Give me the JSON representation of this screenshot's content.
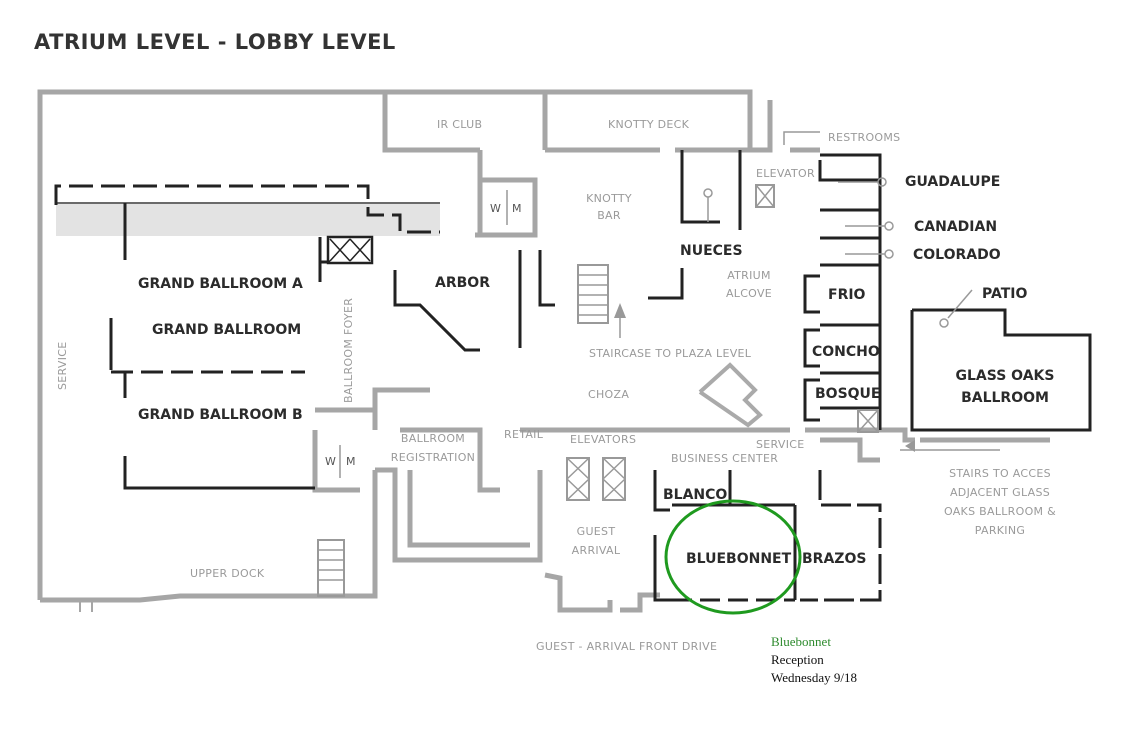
{
  "title": "ATRIUM LEVEL - LOBBY LEVEL",
  "rooms": {
    "grand_ballroom_a": "GRAND BALLROOM A",
    "grand_ballroom": "GRAND BALLROOM",
    "grand_ballroom_b": "GRAND BALLROOM B",
    "arbor": "ARBOR",
    "nueces": "NUECES",
    "guadalupe": "GUADALUPE",
    "canadian": "CANADIAN",
    "colorado": "COLORADO",
    "frio": "FRIO",
    "concho": "CONCHO",
    "bosque": "BOSQUE",
    "patio": "PATIO",
    "glass_oaks_line1": "GLASS OAKS",
    "glass_oaks_line2": "BALLROOM",
    "blanco": "BLANCO",
    "bluebonnet": "BLUEBONNET",
    "brazos": "BRAZOS"
  },
  "areas": {
    "ir_club": "IR CLUB",
    "knotty_deck": "KNOTTY DECK",
    "restrooms": "RESTROOMS",
    "elevator": "ELEVATOR",
    "knotty_bar_line1": "KNOTTY",
    "knotty_bar_line2": "BAR",
    "atrium_line1": "ATRIUM",
    "atrium_line2": "ALCOVE",
    "service_left": "SERVICE",
    "ballroom_foyer": "BALLROOM FOYER",
    "staircase": "STAIRCASE TO PLAZA LEVEL",
    "choza": "CHOZA",
    "ballroom_line1": "BALLROOM",
    "ballroom_line2": "REGISTRATION",
    "retail": "RETAIL",
    "elevators": "ELEVATORS",
    "business_center": "BUSINESS CENTER",
    "service_right": "SERVICE",
    "stairs_line1": "STAIRS TO ACCES",
    "stairs_line2": "ADJACENT GLASS",
    "stairs_line3": "OAKS BALLROOM &",
    "stairs_line4": "PARKING",
    "guest_line1": "GUEST",
    "guest_line2": "ARRIVAL",
    "upper_dock": "UPPER DOCK",
    "front_drive": "GUEST - ARRIVAL FRONT DRIVE",
    "w": "W",
    "m": "M"
  },
  "note": {
    "line1": "Bluebonnet",
    "line2": "Reception",
    "line3": "Wednesday 9/18"
  },
  "colors": {
    "highlight": "#1f9a1f",
    "note_accent": "#2e8b2e"
  }
}
